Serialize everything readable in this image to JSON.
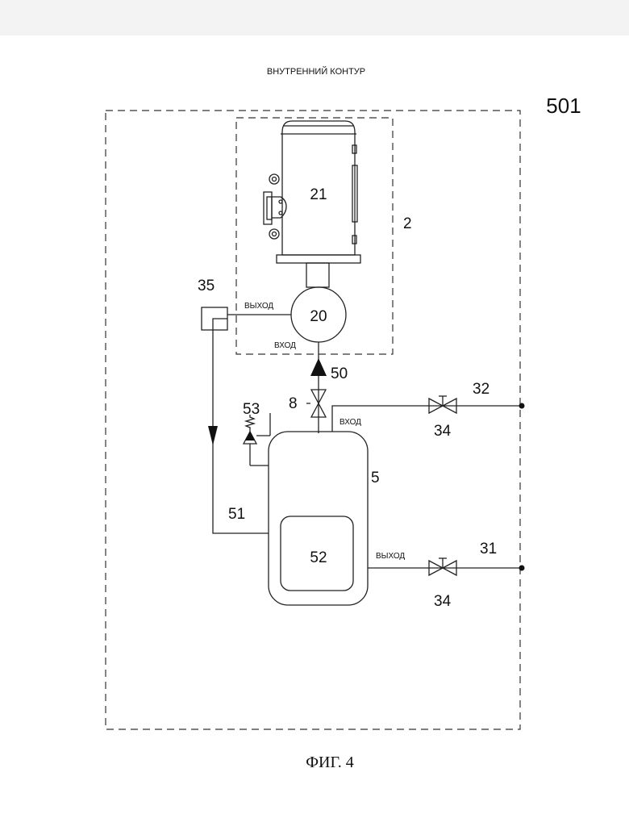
{
  "diagram": {
    "header": "ВНУТРЕННИЙ КОНТУР",
    "figure_caption": "ФИГ. 4",
    "labels": {
      "circuit": "501",
      "unit": "2",
      "motor": "21",
      "pump": "20",
      "pump_outlet": "ВЫХОД",
      "pump_inlet": "ВХОД",
      "filter": "35",
      "flow_arrow": "50",
      "valve": "8",
      "safety_valve": "53",
      "tank": "5",
      "tank_inlet": "ВХОД",
      "tank_outlet": "ВЫХОД",
      "heat_exchanger": "52",
      "return_line": "51",
      "inlet_pipe": "32",
      "outlet_pipe": "31",
      "valve_upper": "34",
      "valve_lower": "34"
    }
  }
}
